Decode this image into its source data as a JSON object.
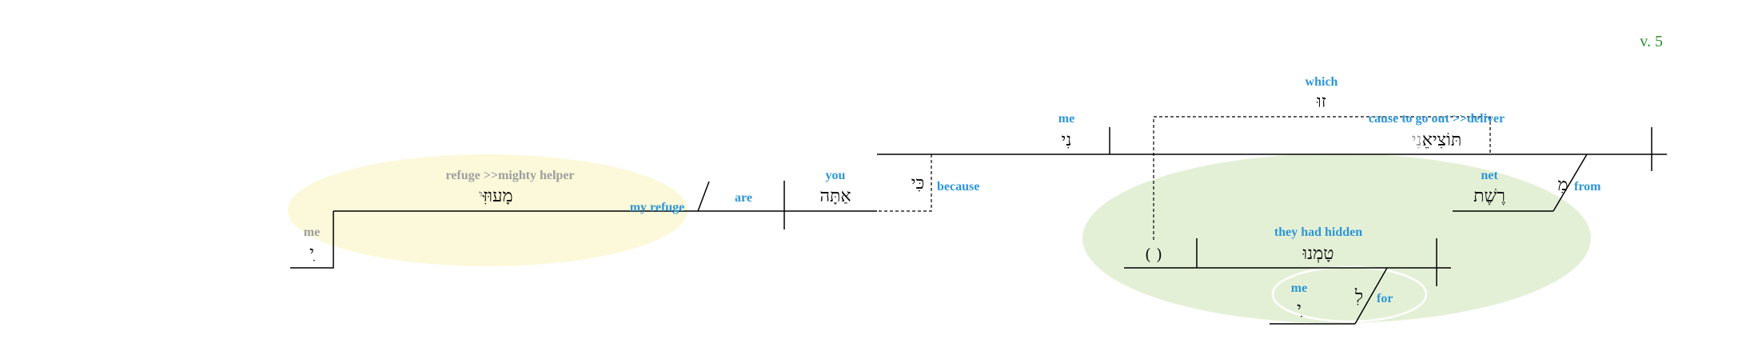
{
  "verse_label": "v. 5",
  "colors": {
    "gloss_blue": "#2d96d8",
    "gloss_grey": "#9e9e9e",
    "verse_green": "#2e8b2e",
    "highlight_yellow": "#fbf9d9",
    "highlight_green": "#e4f0d6"
  },
  "words": {
    "totzieni": {
      "hebrew": "תּוֹצִיאֵ",
      "suffix": "נִי",
      "gloss": "cause to go out >>deliver"
    },
    "zu": {
      "hebrew": "זוּ",
      "gloss": "which"
    },
    "ni": {
      "hebrew": "נִי",
      "gloss": "me"
    },
    "ki": {
      "hebrew": "כִּי",
      "gloss": "because"
    },
    "atah": {
      "hebrew": "אַתָּה",
      "gloss": "you"
    },
    "are": {
      "gloss": "are"
    },
    "maozi": {
      "hebrew": "מָעוּזּ",
      "suffix": "ִּי",
      "gloss_prefix": "refuge",
      "gloss_main": ">>mighty helper",
      "gloss_under": "my refuge"
    },
    "yi_me": {
      "hebrew": "ִי",
      "gloss": "me"
    },
    "mi": {
      "hebrew": "מֵ",
      "gloss": "from"
    },
    "reshet": {
      "hebrew": "רֶשֶׁת",
      "gloss": "net"
    },
    "tamnu": {
      "hebrew": "טָמְנוּ",
      "gloss": "they had hidden"
    },
    "li": {
      "hebrew": "לִ",
      "gloss": "for"
    },
    "li_me": {
      "hebrew": "ִי",
      "gloss": "me"
    },
    "empty_subject": {
      "text": "( )"
    }
  }
}
